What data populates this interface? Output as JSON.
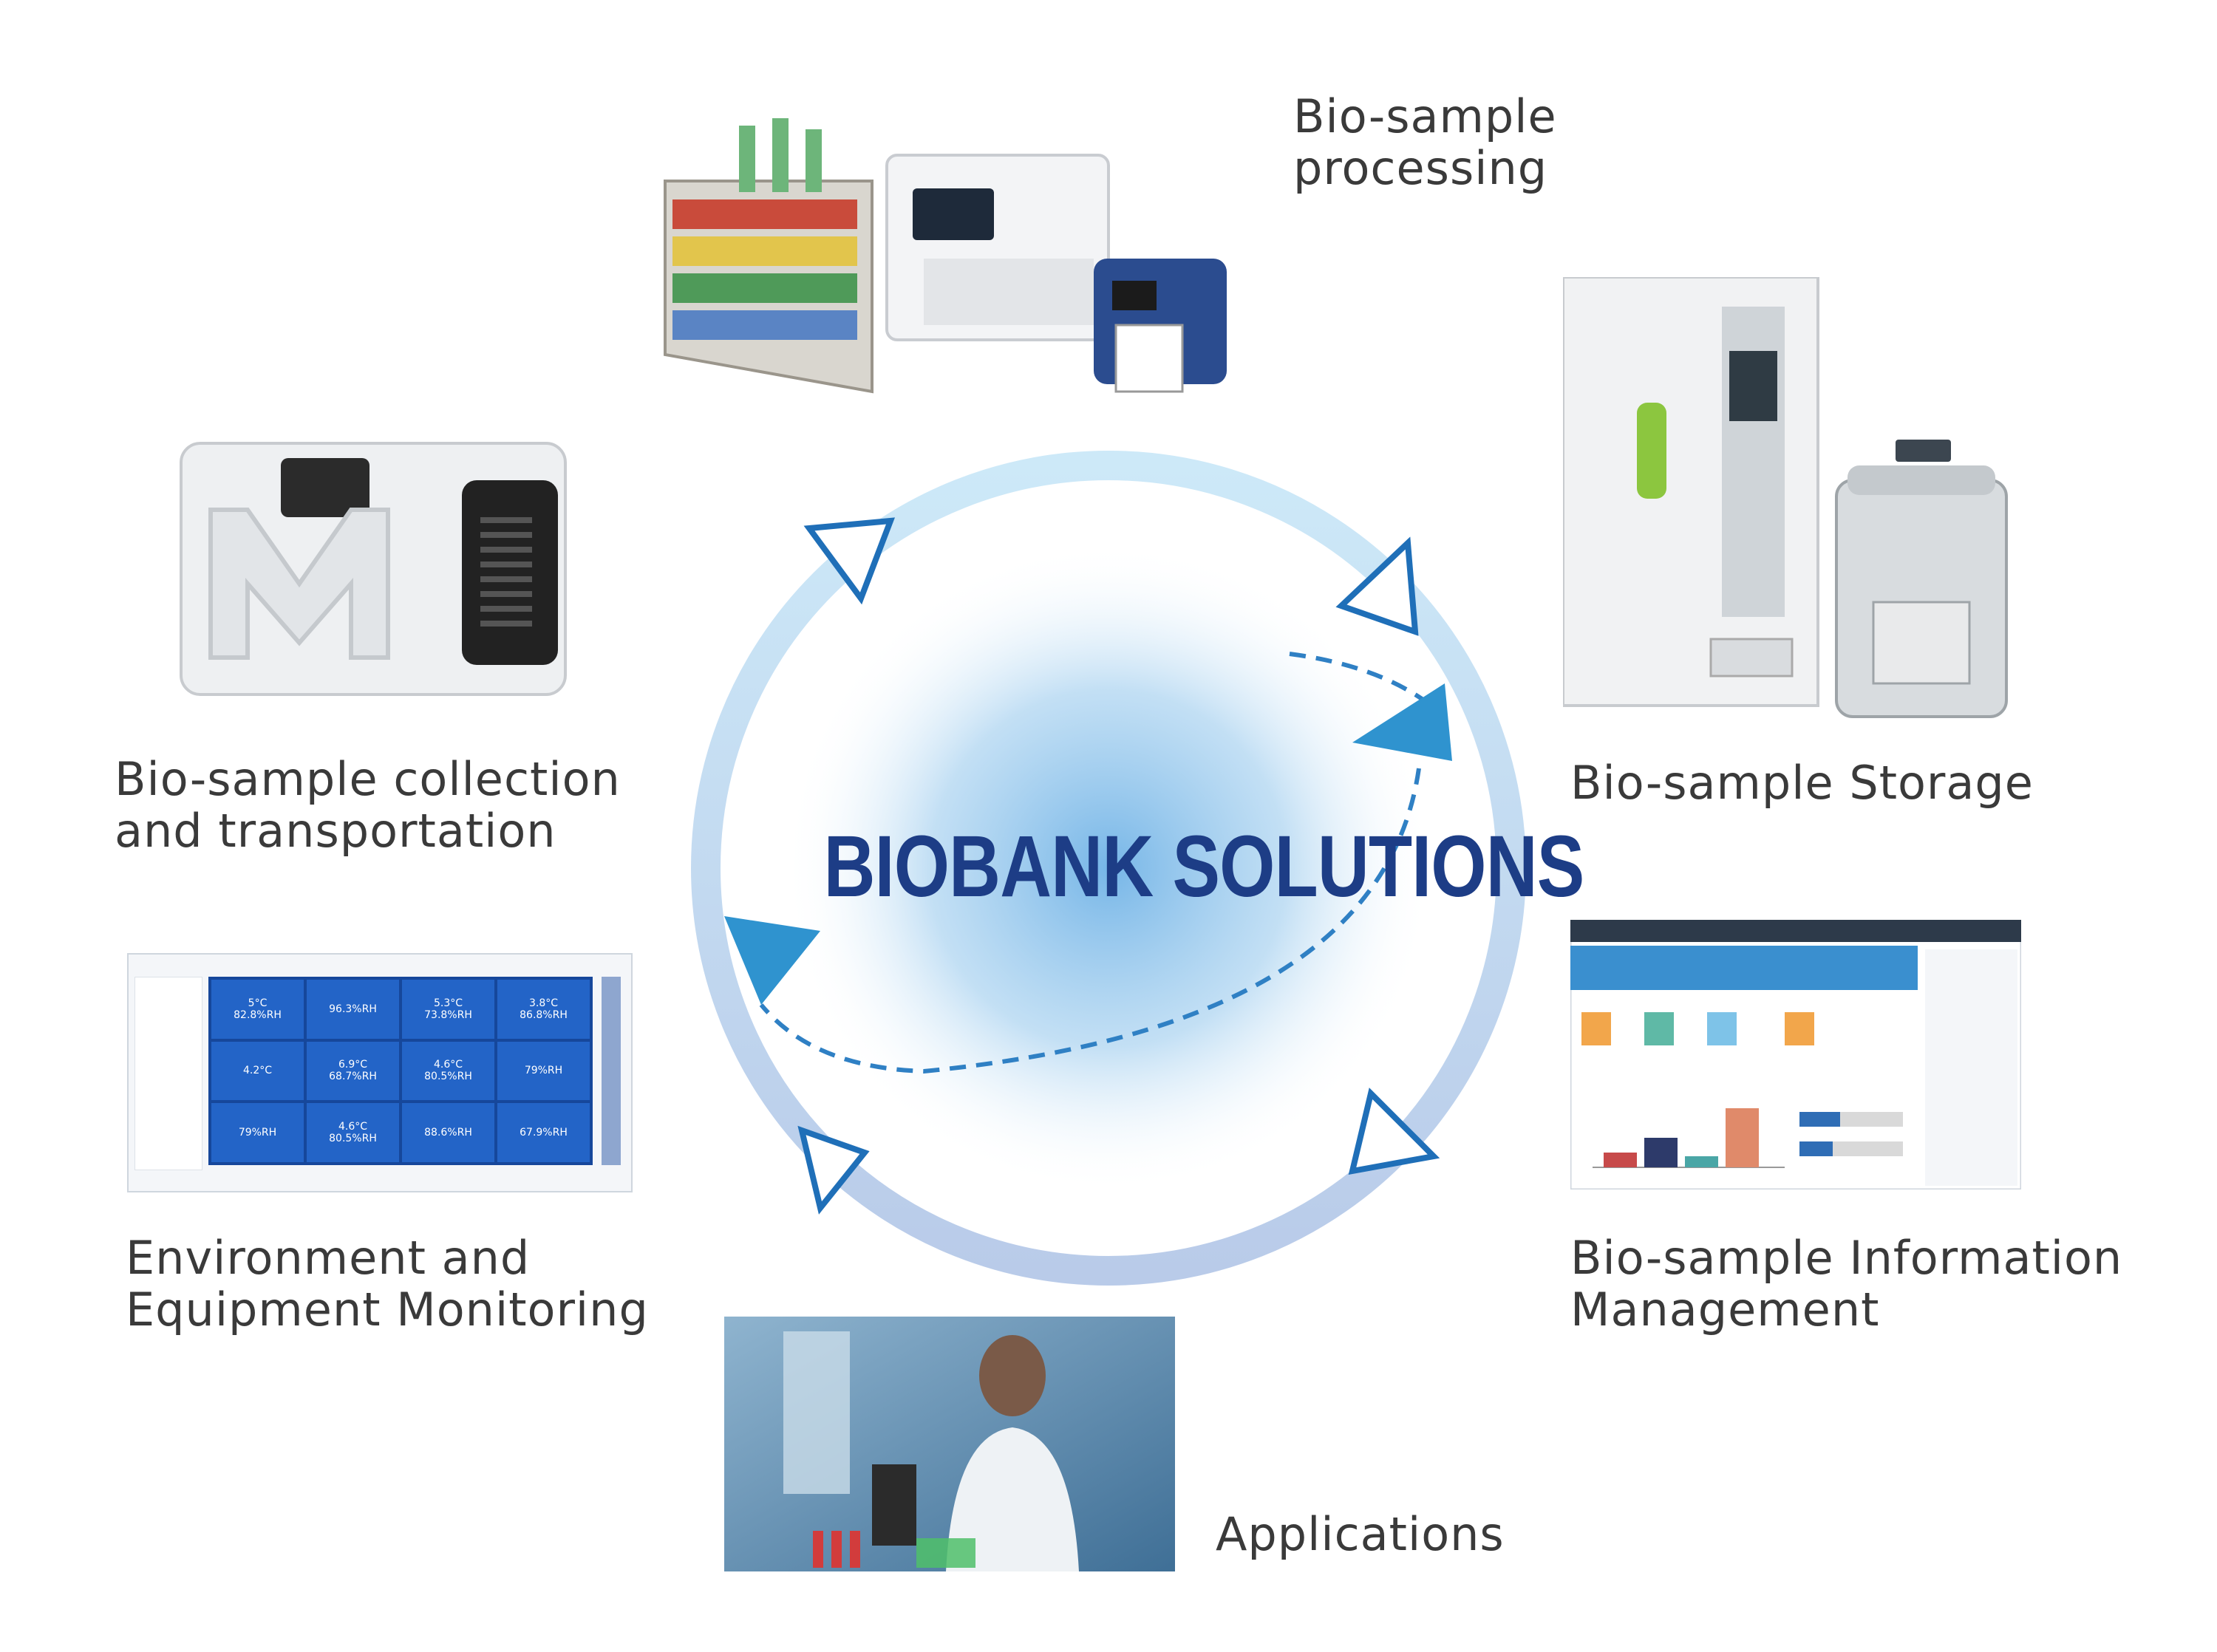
{
  "center": {
    "title": "BIOBANK SOLUTIONS"
  },
  "stages": {
    "processing": {
      "line1": "Bio-sample",
      "line2": "processing"
    },
    "storage": {
      "line1": "Bio-sample Storage"
    },
    "info_management": {
      "line1": "Bio-sample Information",
      "line2": "Management"
    },
    "applications": {
      "line1": "Applications"
    },
    "monitoring": {
      "line1": "Environment and",
      "line2": "Equipment Monitoring"
    },
    "collection": {
      "line1": "Bio-sample collection",
      "line2": "and transportation"
    }
  },
  "monitoring_screen": {
    "readings": [
      [
        "5°C",
        "82.8%RH"
      ],
      [
        "",
        "96.3%RH"
      ],
      [
        "5.3°C",
        "73.8%RH"
      ],
      [
        "3.8°C",
        "86.8%RH"
      ],
      [
        "4.2°C",
        ""
      ],
      [
        "6.9°C",
        "68.7%RH"
      ],
      [
        "4.6°C",
        "80.5%RH"
      ],
      [
        "",
        "79%RH"
      ],
      [
        "",
        "79%RH"
      ],
      [
        "4.6°C",
        "80.5%RH"
      ],
      [
        "",
        "88.6%RH"
      ],
      [
        "",
        "67.9%RH"
      ]
    ]
  },
  "colors": {
    "title": "#1d3d86",
    "ring": "#bfe0f4",
    "arrow": "#2f93cf",
    "arrow_dark": "#1f4f99"
  }
}
